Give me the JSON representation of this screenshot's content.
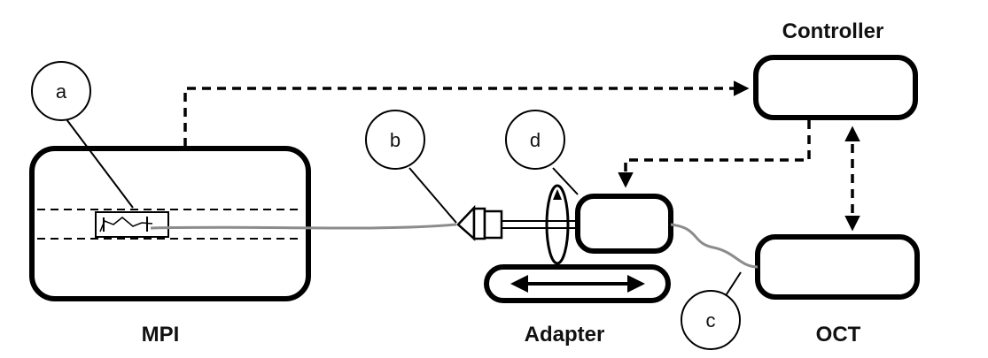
{
  "labels": {
    "controller": "Controller",
    "mpi": "MPI",
    "adapter": "Adapter",
    "oct": "OCT"
  },
  "callouts": {
    "a": "a",
    "b": "b",
    "c": "c",
    "d": "d"
  }
}
